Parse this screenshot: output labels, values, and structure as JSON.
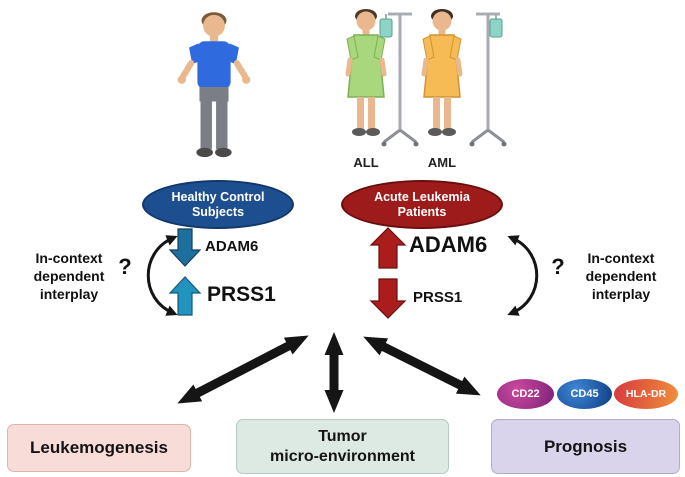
{
  "healthy": {
    "ellipse": "Healthy Control\nSubjects",
    "adam6": "ADAM6",
    "prss1": "PRSS1"
  },
  "leukemia": {
    "ellipse": "Acute Leukemia\nPatients",
    "all": "ALL",
    "aml": "AML",
    "adam6": "ADAM6",
    "prss1": "PRSS1"
  },
  "interplay_left": {
    "q": "?",
    "text": "In-context\ndependent\ninterplay"
  },
  "interplay_right": {
    "q": "?",
    "text": "In-context\ndependent\ninterplay"
  },
  "markers": [
    {
      "label": "CD22",
      "color": "#a62d93"
    },
    {
      "label": "CD45",
      "color": "#1b5fae"
    },
    {
      "label": "HLA-DR",
      "color": "#e0613d"
    }
  ],
  "outcomes": [
    {
      "label": "Leukemogenesis",
      "bg": "#f8dcd8"
    },
    {
      "label": "Tumor\nmicro-environment",
      "bg": "#dde9e3"
    },
    {
      "label": "Prognosis",
      "bg": "#d9d3ec"
    }
  ],
  "colors": {
    "healthy_ellipse": "#1d4f90",
    "leukemia_ellipse": "#9e1b1b",
    "adam6_decrease_arrow": "#1f6f9e",
    "prss1_increase_arrow": "#2293bd",
    "leukemia_arrows": "#ab1d1d",
    "connector_arrows": "#151515"
  }
}
